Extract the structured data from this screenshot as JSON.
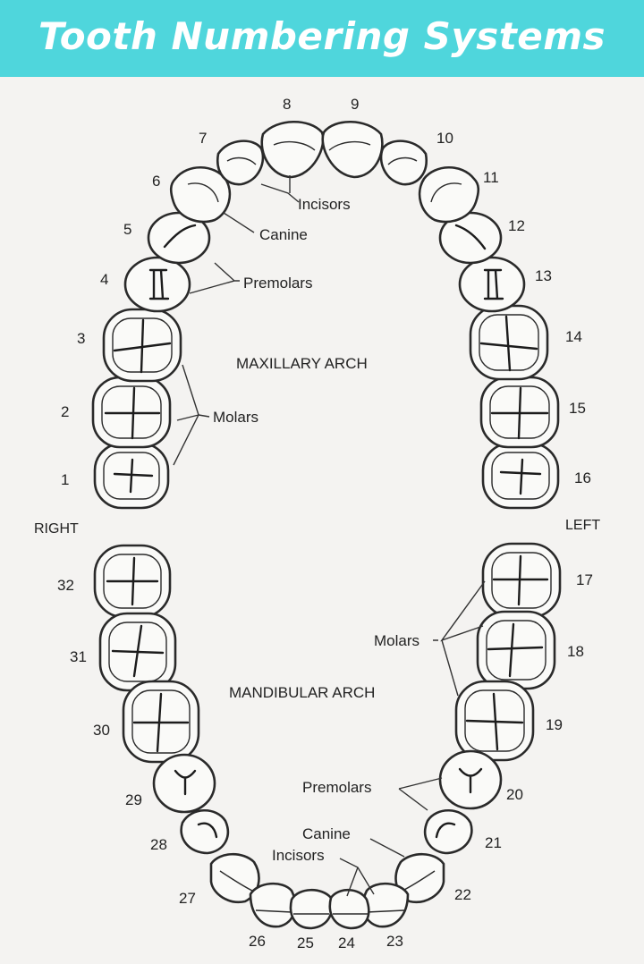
{
  "title": "Tooth Numbering Systems",
  "arches": {
    "upper": "MAXILLARY ARCH",
    "lower": "MANDIBULAR ARCH"
  },
  "sides": {
    "right": "RIGHT",
    "left": "LEFT"
  },
  "labels": {
    "upper_incisors": "Incisors",
    "upper_canine": "Canine",
    "upper_premolars": "Premolars",
    "upper_molars": "Molars",
    "lower_molars": "Molars",
    "lower_premolars": "Premolars",
    "lower_canine": "Canine",
    "lower_incisors": "Incisors"
  },
  "tooth_numbers": {
    "t1": "1",
    "t2": "2",
    "t3": "3",
    "t4": "4",
    "t5": "5",
    "t6": "6",
    "t7": "7",
    "t8": "8",
    "t9": "9",
    "t10": "10",
    "t11": "11",
    "t12": "12",
    "t13": "13",
    "t14": "14",
    "t15": "15",
    "t16": "16",
    "t17": "17",
    "t18": "18",
    "t19": "19",
    "t20": "20",
    "t21": "21",
    "t22": "22",
    "t23": "23",
    "t24": "24",
    "t25": "25",
    "t26": "26",
    "t27": "27",
    "t28": "28",
    "t29": "29",
    "t30": "30",
    "t31": "31",
    "t32": "32"
  }
}
